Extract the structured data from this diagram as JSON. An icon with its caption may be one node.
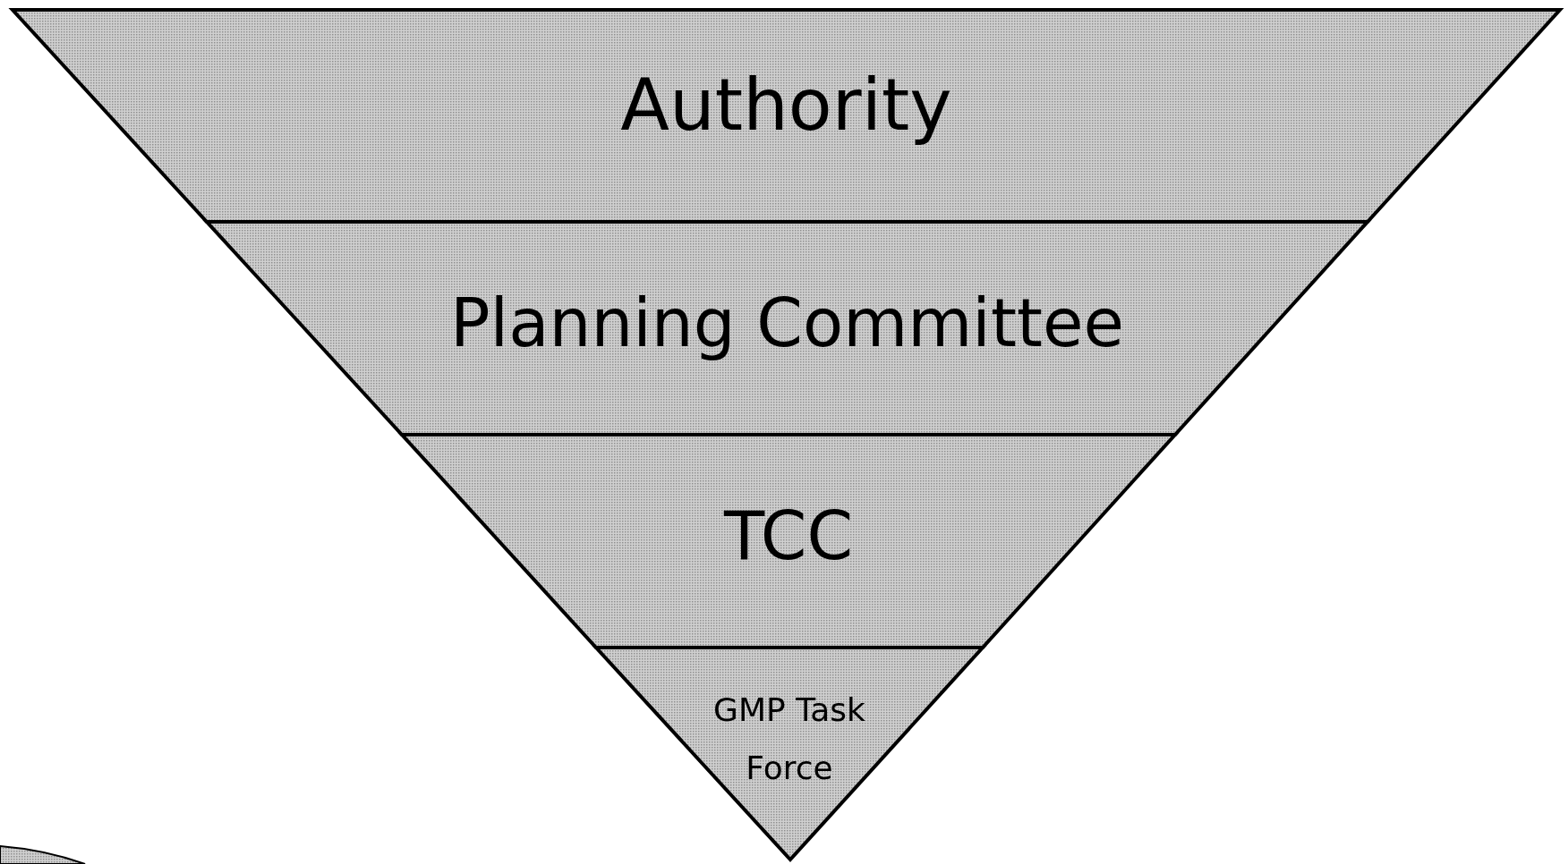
{
  "diagram": {
    "nodes": [
      {
        "text": [
          "Authority"
        ]
      },
      {
        "text": [
          "Planning Committee"
        ]
      },
      {
        "text": [
          "TCC"
        ]
      },
      {
        "text": [
          "GMP Task Force"
        ]
      }
    ]
  }
}
